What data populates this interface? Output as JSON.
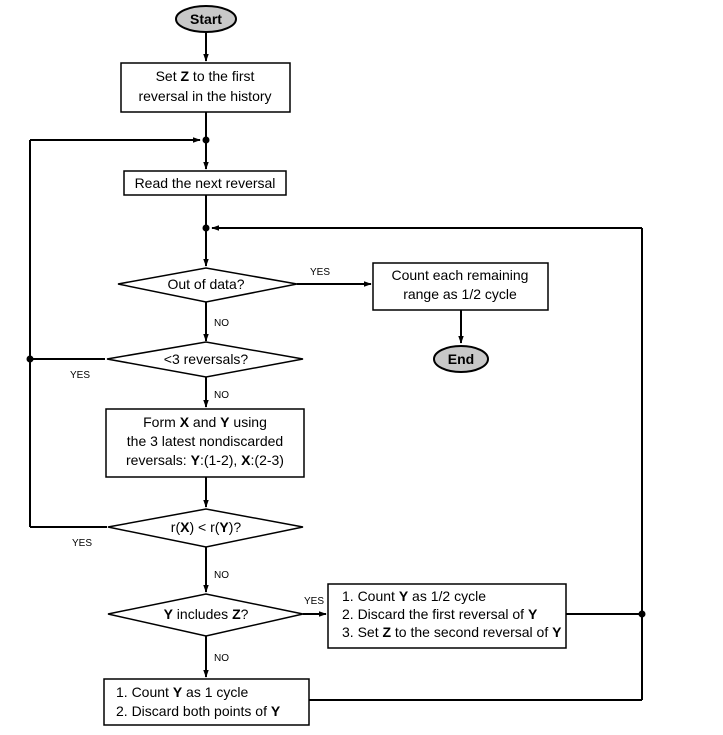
{
  "nodes": {
    "start": "Start",
    "end": "End",
    "set_z": {
      "line1_pre": "Set ",
      "line1_bold": "Z",
      "line1_post": " to the first",
      "line2": "reversal in the history"
    },
    "read_next": "Read the next reversal",
    "out_of_data": "Out of data?",
    "count_remaining": {
      "line1": "Count each remaining",
      "line2": "range as 1/2 cycle"
    },
    "less3": "<3 reversals?",
    "form_xy": {
      "line1_pre": "Form ",
      "x": "X",
      "line1_mid": " and ",
      "y": "Y",
      "line1_post": " using",
      "line2": "the 3 latest nondiscarded",
      "line3_pre": "reversals: ",
      "line3_y": "Y",
      "line3_mid": ":(1-2), ",
      "line3_x": "X",
      "line3_post": ":(2-3)"
    },
    "compare": {
      "pre": "r(",
      "x": "X",
      "mid": ") < r(",
      "y": "Y",
      "post": ")?"
    },
    "y_includes_z": {
      "y": "Y",
      "mid": " includes ",
      "z": "Z",
      "post": "?"
    },
    "half_cycle_box": {
      "l1_pre": "1. Count ",
      "l1_bold": "Y",
      "l1_post": " as 1/2 cycle",
      "l2_pre": "2. Discard the first reversal of ",
      "l2_bold": "Y",
      "l3_pre": "3. Set ",
      "l3_bold1": "Z",
      "l3_mid": " to the second reversal of ",
      "l3_bold2": "Y"
    },
    "full_cycle_box": {
      "l1_pre": "1. Count ",
      "l1_bold": "Y",
      "l1_post": " as 1 cycle",
      "l2_pre": "2. Discard both points of ",
      "l2_bold": "Y"
    }
  },
  "labels": {
    "yes": "YES",
    "no": "NO"
  }
}
